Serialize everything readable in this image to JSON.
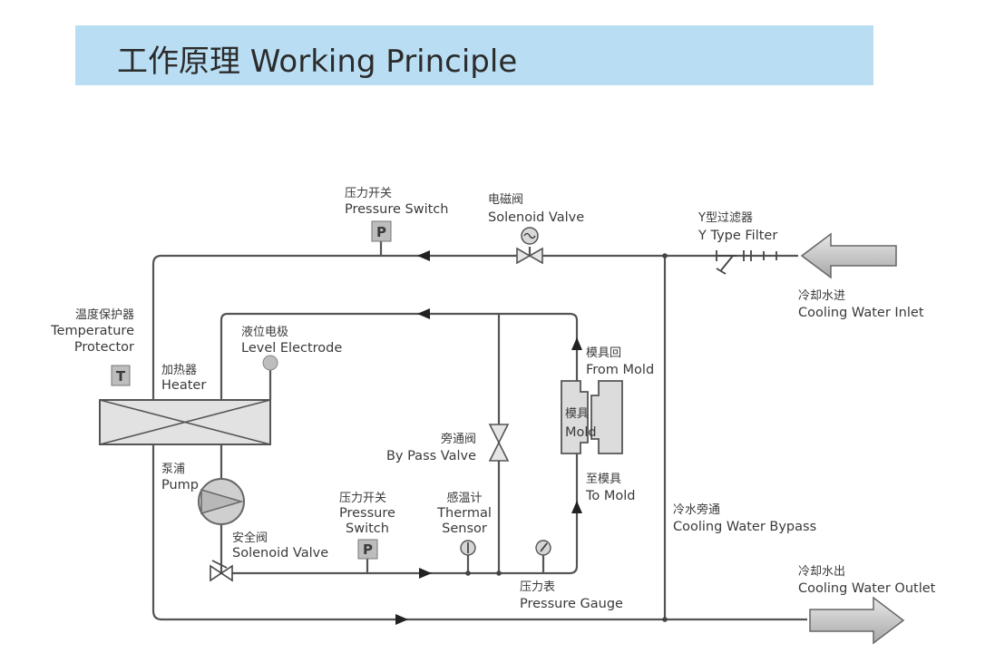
{
  "header": {
    "title": "工作原理 Working Principle"
  },
  "labels": {
    "pressure_switch_top": {
      "cn": "压力开关",
      "en": "Pressure Switch"
    },
    "solenoid_valve_top": {
      "cn": "电磁阀",
      "en": "Solenoid Valve"
    },
    "y_filter": {
      "cn": "Y型过滤器",
      "en": "Y Type Filter"
    },
    "inlet": {
      "cn": "冷却水进",
      "en": "Cooling Water Inlet"
    },
    "temp_protector": {
      "cn": "温度保护器",
      "en1": "Temperature",
      "en2": "Protector"
    },
    "heater": {
      "cn": "加热器",
      "en": "Heater"
    },
    "level_electrode": {
      "cn": "液位电极",
      "en": "Level Electrode"
    },
    "from_mold": {
      "cn": "模具回",
      "en": "From Mold"
    },
    "mold": {
      "cn": "模具",
      "en": "Mold"
    },
    "bypass_valve": {
      "cn": "旁通阀",
      "en": "By Pass Valve"
    },
    "to_mold": {
      "cn": "至模具",
      "en": "To Mold"
    },
    "pump": {
      "cn": "泵浦",
      "en": "Pump"
    },
    "pressure_switch_bottom": {
      "cn": "压力开关",
      "en1": "Pressure",
      "en2": "Switch"
    },
    "thermal_sensor": {
      "cn": "感温计",
      "en1": "Thermal",
      "en2": "Sensor"
    },
    "safety_valve": {
      "cn": "安全阀",
      "en": "Solenoid Valve"
    },
    "cooling_bypass": {
      "cn": "冷水旁通",
      "en": "Cooling Water Bypass"
    },
    "pressure_gauge": {
      "cn": "压力表",
      "en": "Pressure Gauge"
    },
    "outlet": {
      "cn": "冷却水出",
      "en": "Cooling Water Outlet"
    }
  },
  "symbols": {
    "pressure": "P",
    "temperature": "T"
  },
  "colors": {
    "title_bg": "#b9def4",
    "line": "#555555",
    "component_fill": "#cfcfcf"
  }
}
